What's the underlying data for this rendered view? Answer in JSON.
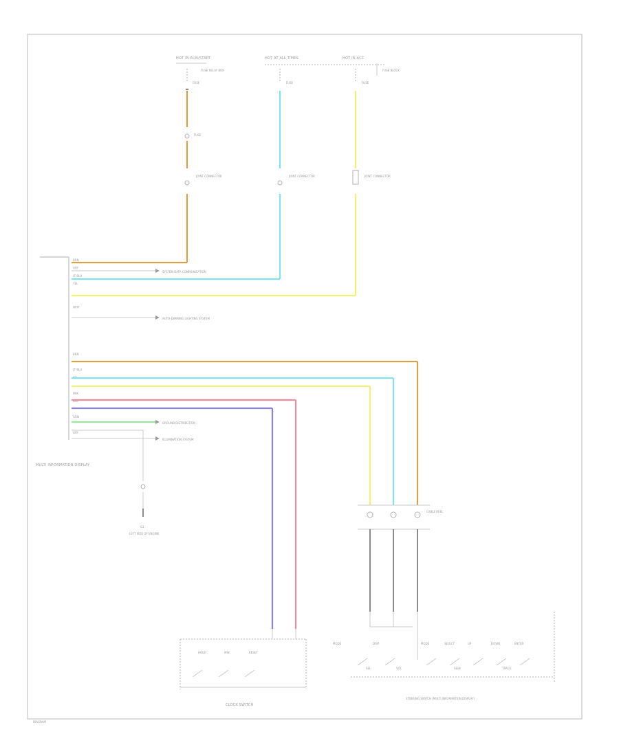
{
  "colors": {
    "orange_wire": "#d4a24a",
    "light_blue_wire": "#7fe3ee",
    "yellow_wire": "#f2ef77",
    "pink_wire": "#f08aa0",
    "blue_wire": "#8a7ff0",
    "green_wire": "#9be89b",
    "frame": "#b8b8b8"
  },
  "fuses": {
    "left": {
      "top_label": "HOT IN RUN/START",
      "fuse": "FUSE",
      "box": "FUSE RELAY BOX",
      "inline": "FUSE",
      "junction": "JOINT CONNECTOR"
    },
    "middle": {
      "top_label": "HOT AT ALL TIMES",
      "fuse": "FUSE",
      "junction": "JOINT CONNECTOR"
    },
    "right": {
      "top_label": "HOT IN ACC",
      "fuse": "FUSE",
      "box": "FUSE BLOCK",
      "junction": "JOINT CONNECTOR"
    }
  },
  "module": {
    "title": "MULTI INFORMATION DISPLAY",
    "pins": [
      "BRN",
      "GRY",
      "LT BLU",
      "YEL",
      "",
      "",
      "WHT",
      "",
      "",
      "",
      "",
      "",
      "BRN",
      "",
      "LT BLU",
      "YEL",
      "",
      "PNK",
      "BLU",
      "",
      "GRN",
      "",
      "GRY"
    ],
    "ref_1": "SYSTEM DATA COMMUNICATION",
    "ref_2": "AUTO-DIMMING LIGHTING SYSTEM",
    "ref_3": "GROUND DISTRIBUTION",
    "ref_4": "ILLUMINATION SYSTEM",
    "ground_label": "G1",
    "ground_desc": "LEFT SIDE OF ENGINE"
  },
  "clock_switch": {
    "label": "CLOCK SWITCH",
    "buttons": [
      "HOUR",
      "MIN",
      "RESET"
    ]
  },
  "steering_switch": {
    "connector_label": "CABLE REEL",
    "label": "STEERING SWITCH (MULTI INFORMATION DISPLAY)",
    "buttons": [
      "MODE",
      "DISP",
      "SEL",
      "VOL",
      "SEEK",
      "TRACK"
    ],
    "resistors": [
      "MODE",
      "SELECT",
      "UP",
      "DOWN",
      "ENTER"
    ]
  },
  "footer_mark": "DIAGRAM"
}
